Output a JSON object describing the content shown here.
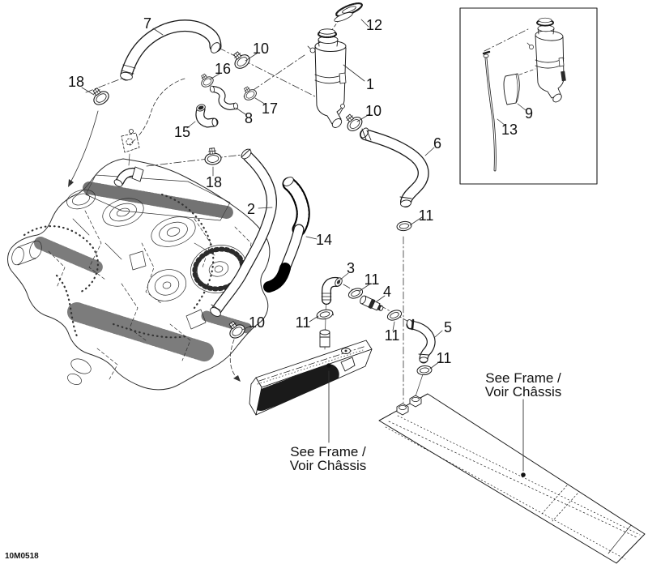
{
  "colors": {
    "line": "#1a1a1a",
    "background": "#ffffff",
    "fill_black": "#000000"
  },
  "drawing_code": "10M0518",
  "callouts": [
    "7",
    "12",
    "10",
    "16",
    "18",
    "1",
    "17",
    "8",
    "15",
    "10",
    "6",
    "9",
    "13",
    "18",
    "2",
    "14",
    "11",
    "3",
    "11",
    "4",
    "10",
    "11",
    "11",
    "5",
    "11"
  ],
  "notes": {
    "frame_reference": {
      "line1": "See Frame /",
      "line2": "Voir Châssis"
    }
  }
}
